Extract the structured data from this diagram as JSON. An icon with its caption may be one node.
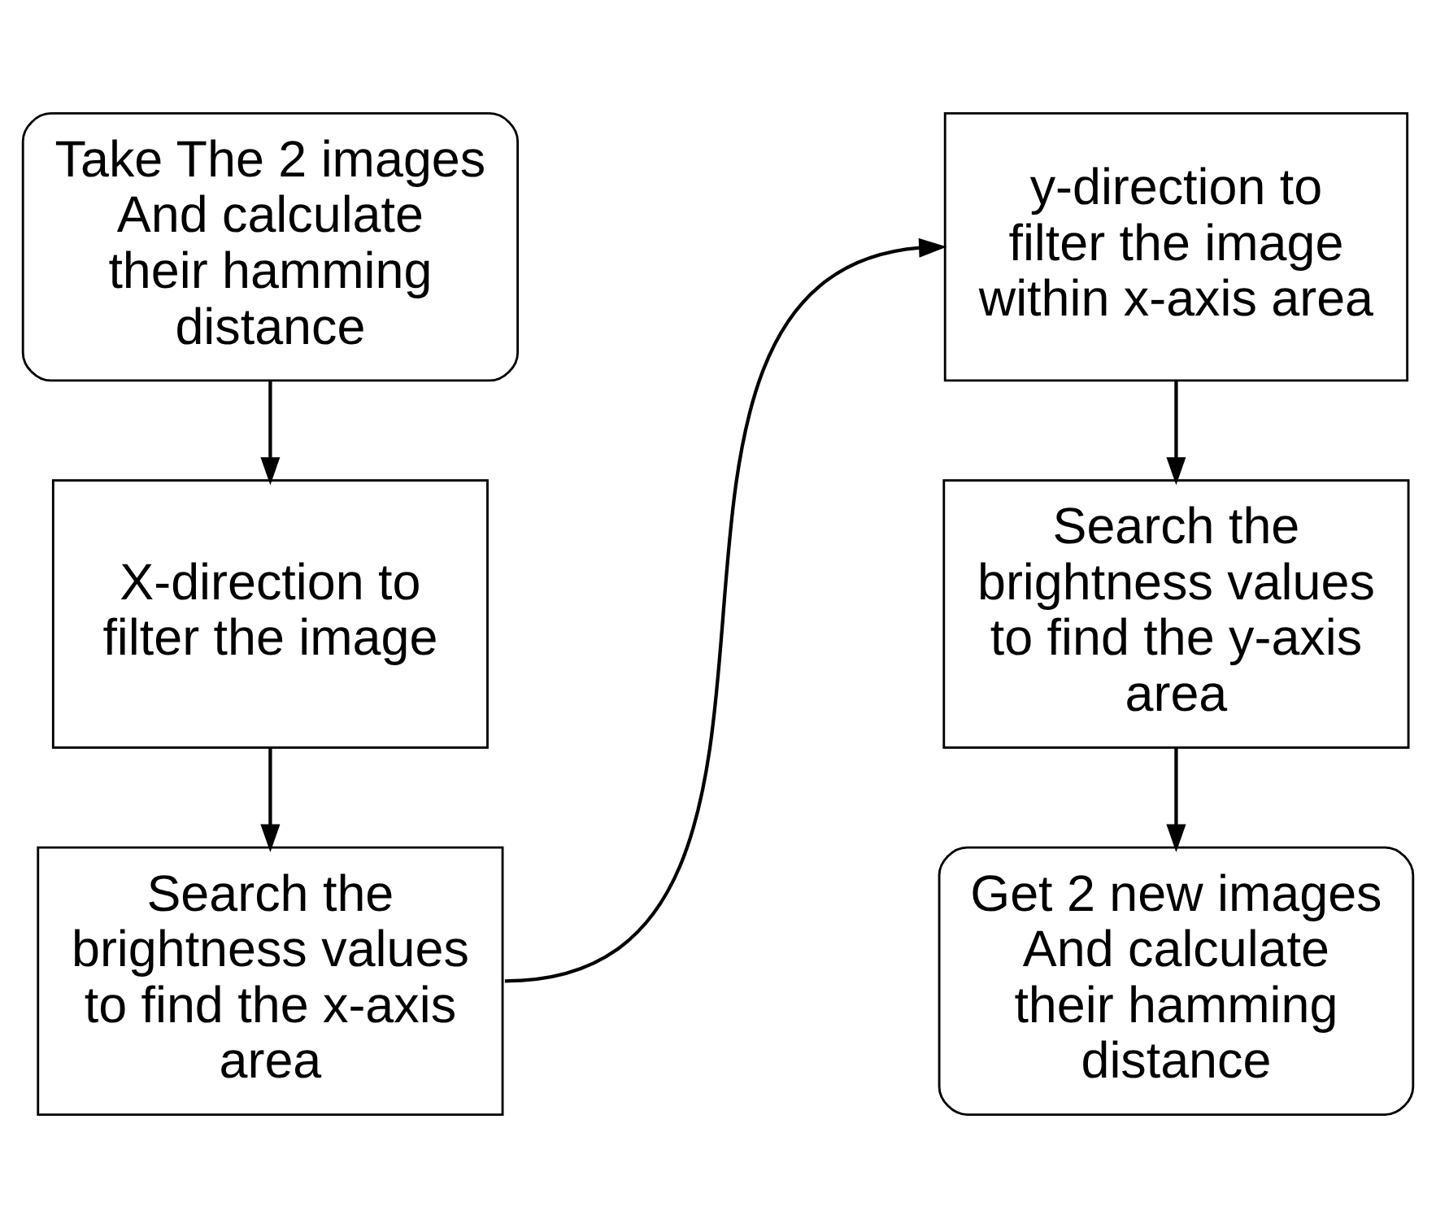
{
  "diagram": {
    "nodes": [
      {
        "text": [
          "Take The 2 images And calculate their hamming distance"
        ]
      },
      {
        "text": [
          "X-direction to filter the image"
        ]
      },
      {
        "text": [
          "Search the brightness values to find the x-axis area"
        ]
      },
      {
        "text": [
          "y-direction to filter the image within x-axis area"
        ]
      },
      {
        "text": [
          "Search the brightness values to find the y-axis area"
        ]
      },
      {
        "text": [
          "Get 2 new images And calculate their hamming distance"
        ]
      }
    ],
    "edges": [
      {
        "from": 0,
        "to": 1,
        "arrow": "to"
      },
      {
        "from": 1,
        "to": 2,
        "arrow": "to"
      },
      {
        "from": 2,
        "to": 3,
        "arrow": "to"
      },
      {
        "from": 3,
        "to": 4,
        "arrow": "to"
      },
      {
        "from": 4,
        "to": 5,
        "arrow": "to"
      }
    ]
  }
}
